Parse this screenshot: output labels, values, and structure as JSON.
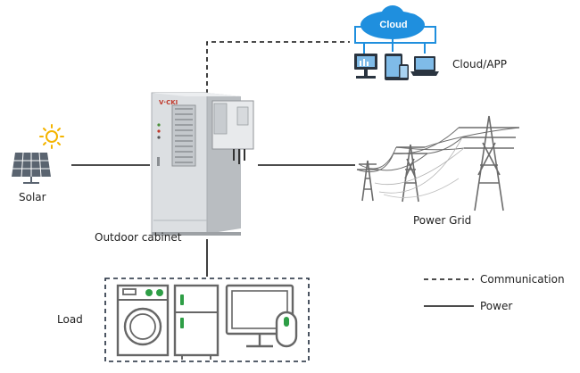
{
  "labels": {
    "solar": "Solar",
    "cabinet": "Outdoor cabinet",
    "grid": "Power Grid",
    "cloud_app": "Cloud/APP",
    "cloud": "Cloud",
    "load": "Load",
    "cabinet_brand": "V·CKI"
  },
  "legend": {
    "communication": "Communication",
    "power": "Power"
  },
  "colors": {
    "cloud_blue": "#1f8fde",
    "sun_yellow": "#f4b400",
    "load_green": "#2e9e46",
    "solar_panel": "#5a6470",
    "cabinet_body": "#dcdfe2",
    "tower_gray": "#6b6b6b"
  },
  "icons": [
    "sun-icon",
    "solar-panel-icon",
    "cloud-icon",
    "computer-icon",
    "tablet-icon",
    "phone-icon",
    "laptop-icon",
    "washing-machine-icon",
    "refrigerator-icon",
    "monitor-icon",
    "mouse-icon",
    "power-tower-icon"
  ]
}
